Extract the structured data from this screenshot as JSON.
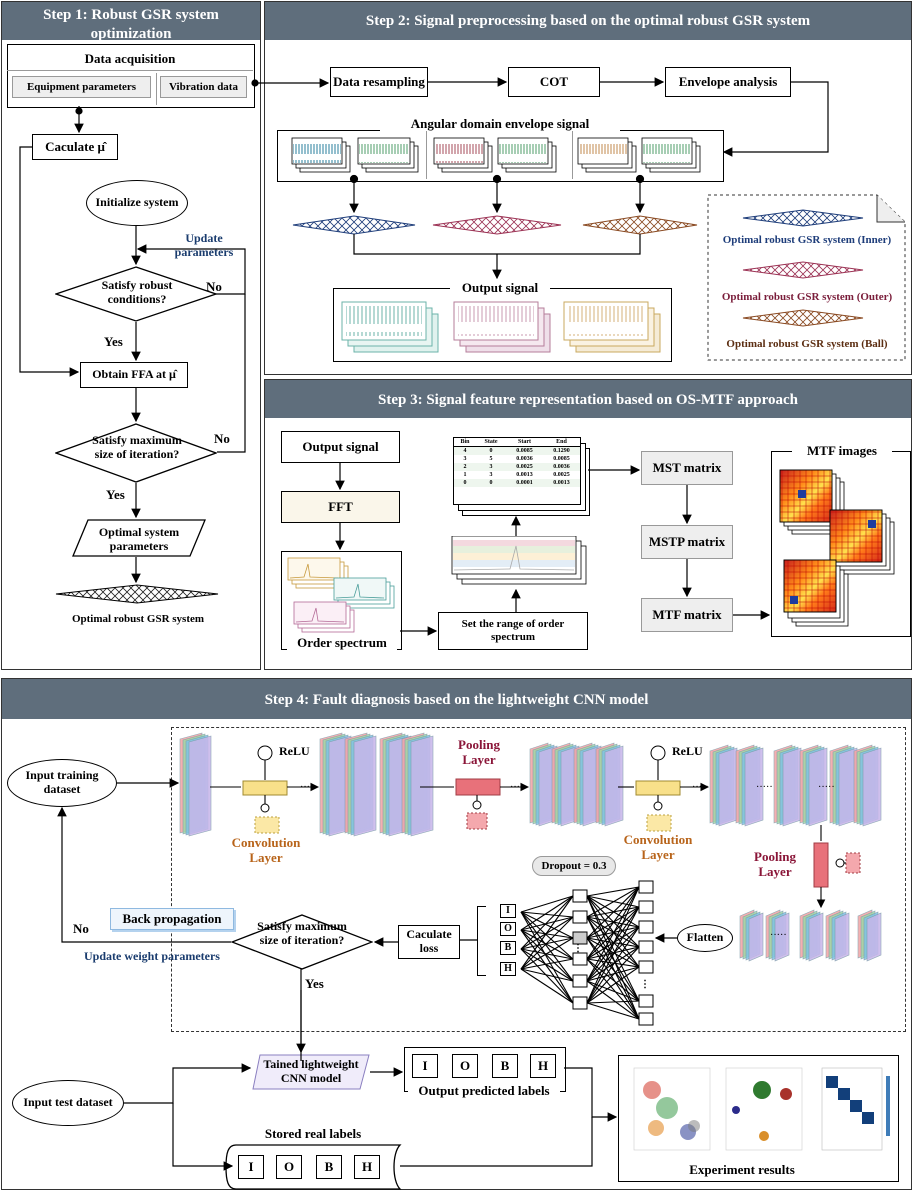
{
  "step1": {
    "title": "Step 1: Robust GSR system optimization",
    "data_acquisition": "Data acquisition",
    "equipment_parameters": "Equipment parameters",
    "vibration_data": "Vibration data",
    "calculate": "Caculate μ̂",
    "initialize": "Initialize system",
    "update_parameters": "Update parameters",
    "satisfy_robust": "Satisfy robust conditions?",
    "no1": "No",
    "yes1": "Yes",
    "obtain_ffa": "Obtain FFA at μ̂",
    "satisfy_iter": "Satisfy maximum size of iteration?",
    "no2": "No",
    "yes2": "Yes",
    "optimal_params": "Optimal system parameters",
    "optimal_system": "Optimal robust GSR system"
  },
  "step2": {
    "title": "Step 2: Signal preprocessing based on the optimal robust GSR system",
    "resampling": "Data resampling",
    "cot": "COT",
    "envelope": "Envelope analysis",
    "angular": "Angular domain envelope signal",
    "output_signal": "Output signal",
    "legend_inner": "Optimal robust GSR system  (Inner)",
    "legend_outer": "Optimal robust GSR system  (Outer)",
    "legend_ball": "Optimal robust GSR system  (Ball)"
  },
  "step3": {
    "title": "Step 3: Signal feature representation based on OS-MTF approach",
    "output_signal": "Output signal",
    "fft": "FFT",
    "order_spectrum": "Order spectrum",
    "set_range": "Set the range of order spectrum",
    "table_headers": [
      "Bin",
      "State",
      "Start",
      "End"
    ],
    "table_rows": [
      [
        "4",
        "0",
        "0.0085",
        "0.1290"
      ],
      [
        "3",
        "5",
        "0.0036",
        "0.0085"
      ],
      [
        "2",
        "3",
        "0.0025",
        "0.0036"
      ],
      [
        "1",
        "3",
        "0.0013",
        "0.0025"
      ],
      [
        "0",
        "0",
        "0.0001",
        "0.0013"
      ]
    ],
    "mst": "MST matrix",
    "mstp": "MSTP matrix",
    "mtf": "MTF matrix",
    "mtf_images": "MTF images"
  },
  "step4": {
    "title": "Step 4: Fault diagnosis based on the lightweight CNN model",
    "input_training": "Input training dataset",
    "relu1": "ReLU",
    "relu2": "ReLU",
    "pooling1": "Pooling Layer",
    "pooling2": "Pooling Layer",
    "conv1": "Convolution Layer",
    "conv2": "Convolution Layer",
    "dropout": "Dropout = 0.3",
    "flatten": "Flatten",
    "calc_loss": "Caculate loss",
    "satisfy_iter": "Satisfy maximum size of iteration?",
    "back_prop": "Back propagation",
    "no": "No",
    "yes": "Yes",
    "update_weights": "Update  weight parameters",
    "outputs": [
      "I",
      "O",
      "B",
      "H"
    ],
    "trained_model": "Tained lightweight CNN model",
    "input_test": "Input test dataset",
    "output_labels_title": "Output predicted labels",
    "stored_labels_title": "Stored real labels",
    "labels": [
      "I",
      "O",
      "B",
      "H"
    ],
    "experiment_results": "Experiment results"
  }
}
